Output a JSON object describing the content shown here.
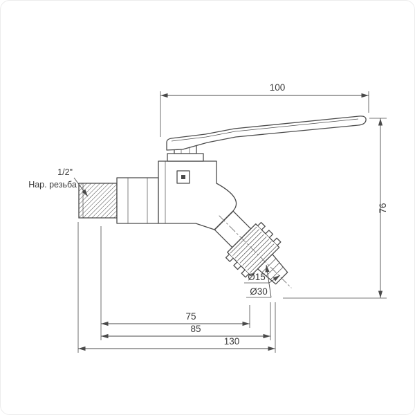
{
  "drawing": {
    "dims": {
      "handle_length": "100",
      "height": "76",
      "length_75": "75",
      "length_85": "85",
      "length_130": "130",
      "outlet_d15": "Ø15",
      "outlet_d30": "Ø30"
    },
    "labels": {
      "thread_size": "1/2\"",
      "thread_type": "Нар. резьба"
    }
  },
  "colors": {
    "line": "#4a4a4a",
    "text": "#3a3a3a",
    "background": "#ffffff",
    "border": "#ececec"
  }
}
